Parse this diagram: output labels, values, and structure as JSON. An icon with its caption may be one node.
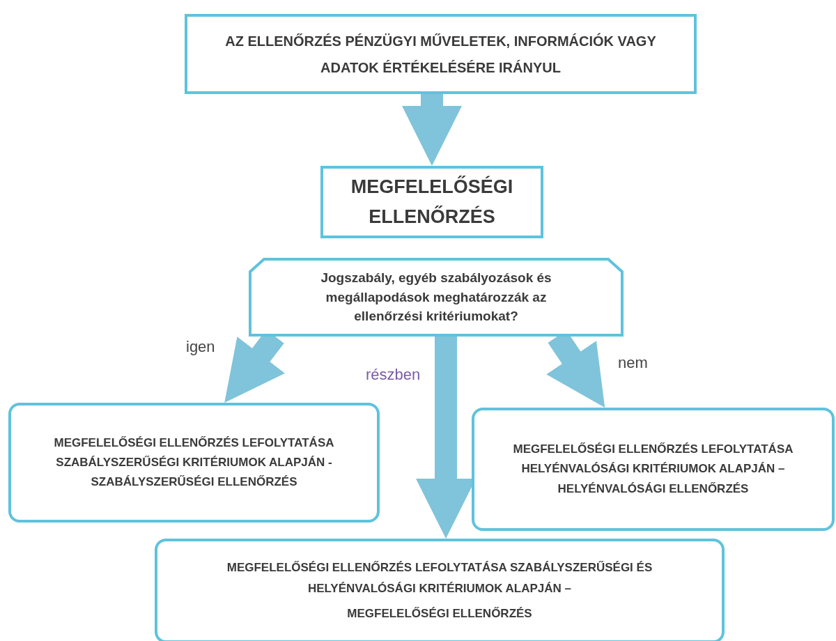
{
  "diagram": {
    "nodes": [
      {
        "text": [
          "AZ ELLENŐRZÉS PÉNZÜGYI MŰVELETEK, INFORMÁCIÓK VAGY ADATOK ÉRTÉKELÉSÉRE IRÁNYUL"
        ]
      },
      {
        "text": [
          "MEGFELELŐSÉGI ELLENŐRZÉS"
        ]
      },
      {
        "text": [
          "Jogszabály, egyéb szabályozások és megállapodások meghatározzák az ellenőrzési kritériumokat?"
        ]
      },
      {
        "text": [
          "MEGFELELŐSÉGI ELLENŐRZÉS LEFOLYTATÁSA SZABÁLYSZERŰSÉGI KRITÉRIUMOK ALAPJÁN - SZABÁLYSZERŰSÉGI ELLENŐRZÉS"
        ]
      },
      {
        "text": [
          "MEGFELELŐSÉGI ELLENŐRZÉS LEFOLYTATÁSA HELYÉNVALÓSÁGI KRITÉRIUMOK ALAPJÁN – HELYÉNVALÓSÁGI ELLENŐRZÉS"
        ]
      },
      {
        "text": [
          "MEGFELELŐSÉGI ELLENŐRZÉS LEFOLYTATÁSA SZABÁLYSZERŰSÉGI ÉS HELYÉNVALÓSÁGI KRITÉRIUMOK ALAPJÁN –",
          "MEGFELELŐSÉGI ELLENŐRZÉS"
        ]
      }
    ],
    "edges": [
      {
        "from": 0,
        "to": 1,
        "arrow": "to"
      },
      {
        "from": 2,
        "to": 3,
        "arrow": "to",
        "label": "igen"
      },
      {
        "from": 2,
        "to": 5,
        "arrow": "to",
        "label": "részben"
      },
      {
        "from": 2,
        "to": 4,
        "arrow": "to",
        "label": "nem"
      }
    ]
  }
}
